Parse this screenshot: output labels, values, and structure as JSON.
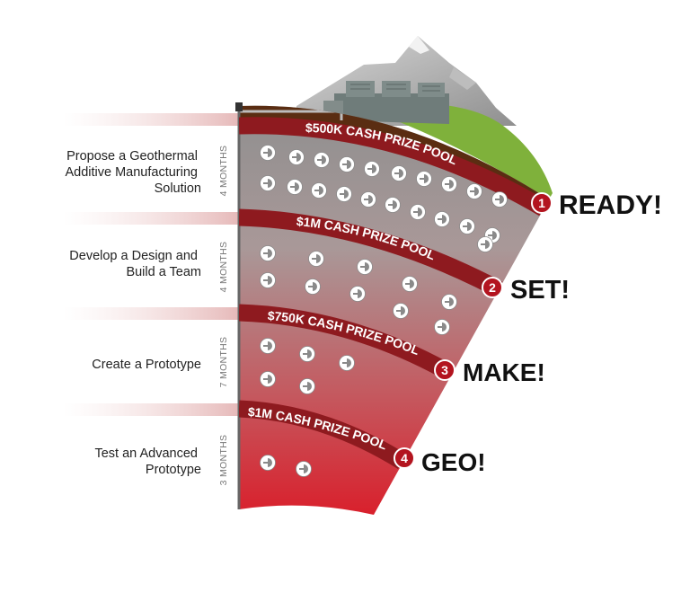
{
  "stages": [
    {
      "label_lines": [
        "Propose a Geothermal",
        "Additive Manufacturing",
        "Solution"
      ],
      "duration": "4 MONTHS",
      "prize": "$500K CASH PRIZE POOL",
      "step_number": "1",
      "phase": "READY!",
      "participants": 21
    },
    {
      "label_lines": [
        "Develop a Design and",
        "Build a Team"
      ],
      "duration": "4 MONTHS",
      "prize": "$1M CASH PRIZE POOL",
      "step_number": "2",
      "phase": "SET!",
      "participants": 10
    },
    {
      "label_lines": [
        "Create a Prototype"
      ],
      "duration": "7 MONTHS",
      "prize": "$750K CASH PRIZE POOL",
      "step_number": "3",
      "phase": "MAKE!",
      "participants": 5
    },
    {
      "label_lines": [
        "Test an Advanced",
        "Prototype"
      ],
      "duration": "3 MONTHS",
      "prize": "$1M CASH PRIZE POOL",
      "step_number": "4",
      "phase": "GEO!",
      "participants": 2
    }
  ],
  "colors": {
    "accent_red": "#b3141f",
    "band_dark_red": "#8e1a1f",
    "mountain_gray": "#a9a9a9",
    "grass_green": "#7fb13b",
    "soil_brown": "#5a2d12",
    "wedge_gray": "#9a9a9a",
    "wedge_red": "#d7212e"
  },
  "icons": {
    "participant": "participant-disc-icon",
    "facility": "geothermal-plant-icon",
    "mountain": "mountain-icon"
  }
}
